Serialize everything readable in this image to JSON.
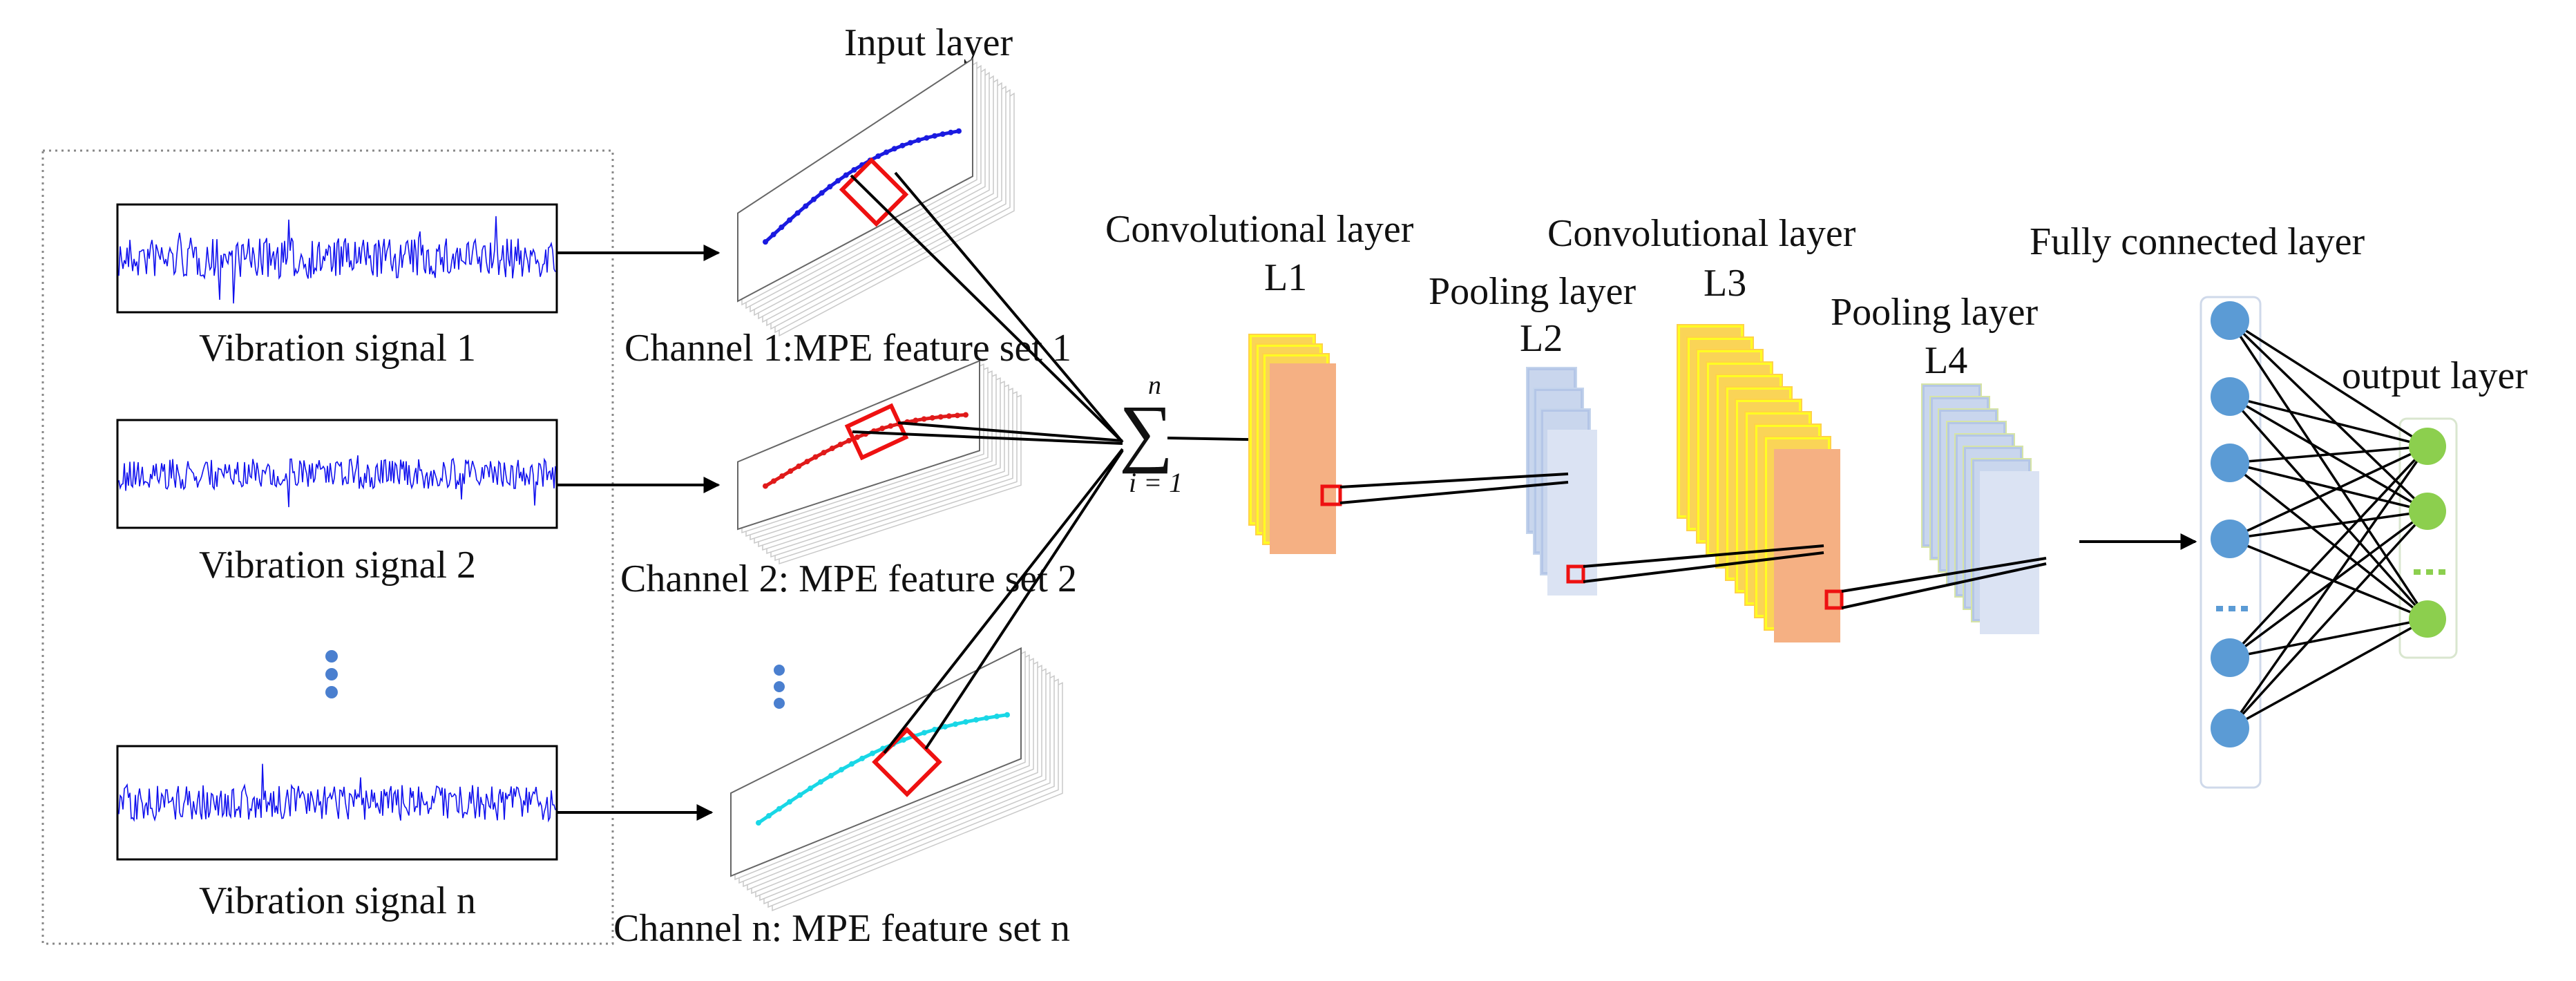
{
  "signals": {
    "labels": [
      "Vibration signal 1",
      "Vibration signal 2",
      "Vibration signal n"
    ],
    "line_color": "#1111ee"
  },
  "input": {
    "title": "Input layer",
    "channels": [
      {
        "label": "Channel 1:MPE feature set 1",
        "color": "#1a1ae0"
      },
      {
        "label": "Channel 2: MPE feature set 2",
        "color": "#e01a1a"
      },
      {
        "label": "Channel n: MPE feature set n",
        "color": "#19d7e6"
      }
    ]
  },
  "summation": {
    "symbol": "∑",
    "upper": "n",
    "lower": "i = 1"
  },
  "layers": {
    "conv1": {
      "title": "Convolutional layer",
      "id": "L1"
    },
    "pool1": {
      "title": "Pooling layer",
      "id": "L2"
    },
    "conv2": {
      "title": "Convolutional layer",
      "id": "L3"
    },
    "pool2": {
      "title": "Pooling layer",
      "id": "L4"
    },
    "fc": {
      "title": "Fully connected layer"
    },
    "out": {
      "title": "output layer"
    }
  },
  "colors": {
    "conv_fill": "#f5b083",
    "conv_back": "#ffff22",
    "pool_fill": "#dbe3f3",
    "pool_back": "#b4c6e7",
    "fc_node": "#5b9bd5",
    "out_node": "#8ccf4e",
    "highlight": "#ee1111"
  },
  "icons": {
    "dots_vertical": "vertical-ellipsis-icon",
    "dots_horizontal": "horizontal-ellipsis-icon"
  }
}
